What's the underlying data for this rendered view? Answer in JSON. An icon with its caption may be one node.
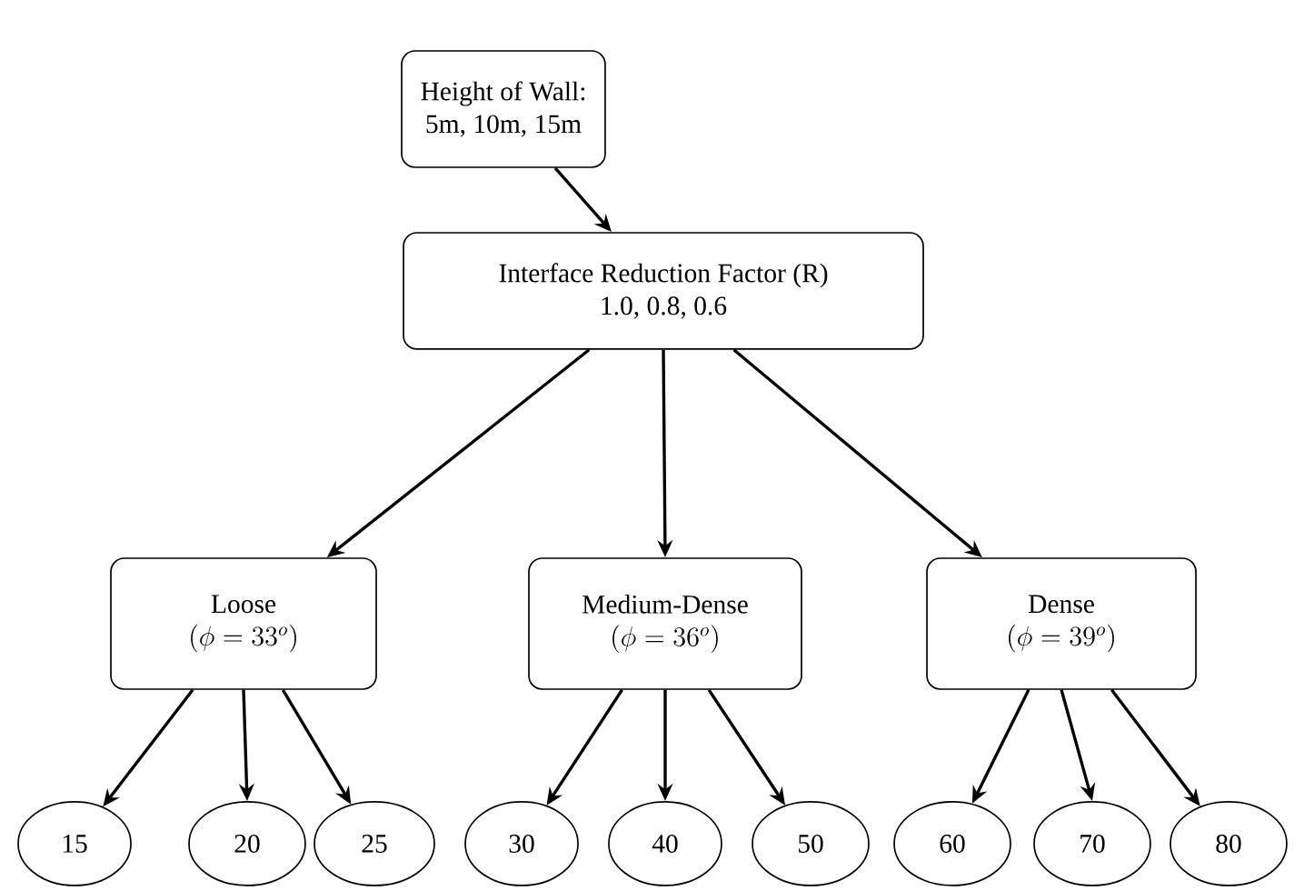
{
  "diagram": {
    "nodes": [
      {
        "text": [
          "Height of Wall:",
          "5m, 10m, 15m"
        ]
      },
      {
        "text": [
          "Interface Reduction Factor (R)",
          "1.0, 0.8, 0.6"
        ]
      },
      {
        "text": [
          "Loose",
          "(\\phi = 33^{o})"
        ]
      },
      {
        "text": [
          "Medium-Dense",
          "(\\phi = 36^{o})"
        ]
      },
      {
        "text": [
          "Dense",
          "(\\phi = 39^{o})"
        ]
      },
      {
        "text": [
          "15"
        ]
      },
      {
        "text": [
          "20"
        ]
      },
      {
        "text": [
          "25"
        ]
      },
      {
        "text": [
          "30"
        ]
      },
      {
        "text": [
          "40"
        ]
      },
      {
        "text": [
          "50"
        ]
      },
      {
        "text": [
          "60"
        ]
      },
      {
        "text": [
          "70"
        ]
      },
      {
        "text": [
          "80"
        ]
      }
    ],
    "edges": [
      {
        "from": 0,
        "to": 1,
        "arrow": "to"
      },
      {
        "from": 1,
        "to": 2,
        "arrow": "to"
      },
      {
        "from": 1,
        "to": 3,
        "arrow": "to"
      },
      {
        "from": 1,
        "to": 4,
        "arrow": "to"
      },
      {
        "from": 2,
        "to": 5,
        "arrow": "to"
      },
      {
        "from": 2,
        "to": 6,
        "arrow": "to"
      },
      {
        "from": 2,
        "to": 7,
        "arrow": "to"
      },
      {
        "from": 3,
        "to": 8,
        "arrow": "to"
      },
      {
        "from": 3,
        "to": 9,
        "arrow": "to"
      },
      {
        "from": 3,
        "to": 10,
        "arrow": "to"
      },
      {
        "from": 4,
        "to": 11,
        "arrow": "to"
      },
      {
        "from": 4,
        "to": 12,
        "arrow": "to"
      },
      {
        "from": 4,
        "to": 13,
        "arrow": "to"
      }
    ]
  }
}
